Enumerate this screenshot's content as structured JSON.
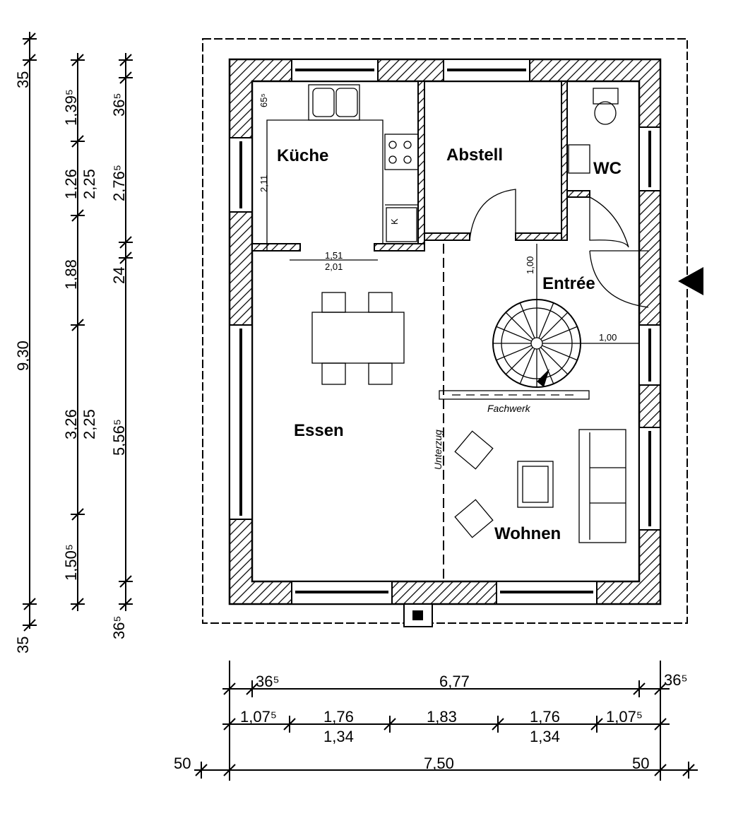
{
  "rooms": {
    "kueche": "Küche",
    "abstell": "Abstell",
    "wc": "WC",
    "entree": "Entrée",
    "essen": "Essen",
    "wohnen": "Wohnen"
  },
  "annotations": {
    "fachwerk": "Fachwerk",
    "unterzug": "Unterzug",
    "fridge": "K",
    "kitchen_depth": "65⁵",
    "kitchen_height": "2,11",
    "kitchen_w1": "1,51",
    "kitchen_w2": "2,01",
    "stair_up": "1,00",
    "stair_right": "1,00"
  },
  "left_dims": {
    "outer": [
      "35",
      "9,30",
      "35"
    ],
    "middle": [
      "1,39⁵",
      "1,26",
      "2,25",
      "1,88",
      "3,26",
      "2,25",
      "1,50⁵"
    ],
    "inner": [
      "36⁵",
      "2,76⁵",
      "24",
      "5,56⁵",
      "36⁵"
    ]
  },
  "bottom_dims": {
    "row1": [
      "36⁵",
      "6,77",
      "36⁵"
    ],
    "row2": [
      "1,07⁵",
      "1,76",
      "1,34",
      "1,83",
      "1,76",
      "1,34",
      "1,07⁵"
    ],
    "row3": [
      "50",
      "7,50",
      "50"
    ]
  }
}
